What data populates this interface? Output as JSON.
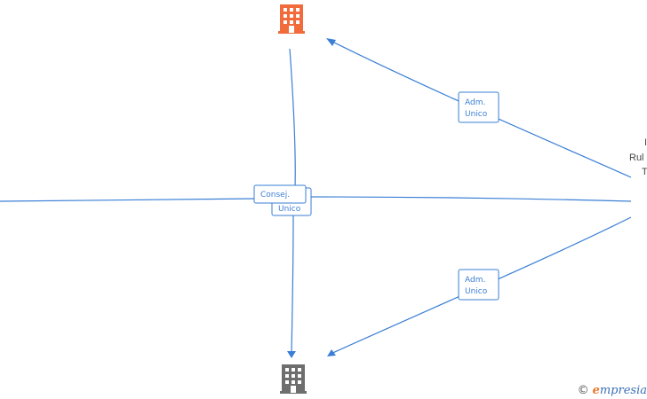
{
  "nodes": {
    "company_top": {
      "icon": "building-icon",
      "color": "#f26b3a"
    },
    "company_bottom": {
      "icon": "building-icon",
      "color": "#6e6e6e"
    },
    "person_right": {
      "label_fragments": [
        "I",
        "Rul",
        "T"
      ]
    }
  },
  "edges": [
    {
      "id": "right-to-top",
      "label_lines": [
        "Adm.",
        "Unico"
      ]
    },
    {
      "id": "right-to-bottom",
      "label_lines": [
        "Adm.",
        "Unico"
      ]
    },
    {
      "id": "center-junction",
      "label_lines": [
        "Consej.",
        "Unico"
      ]
    }
  ],
  "colors": {
    "edge": "#3a7fd5",
    "background": "#ffffff"
  },
  "watermark": {
    "copyright": "©",
    "brand_initial": "e",
    "brand_rest": "mpresia"
  }
}
